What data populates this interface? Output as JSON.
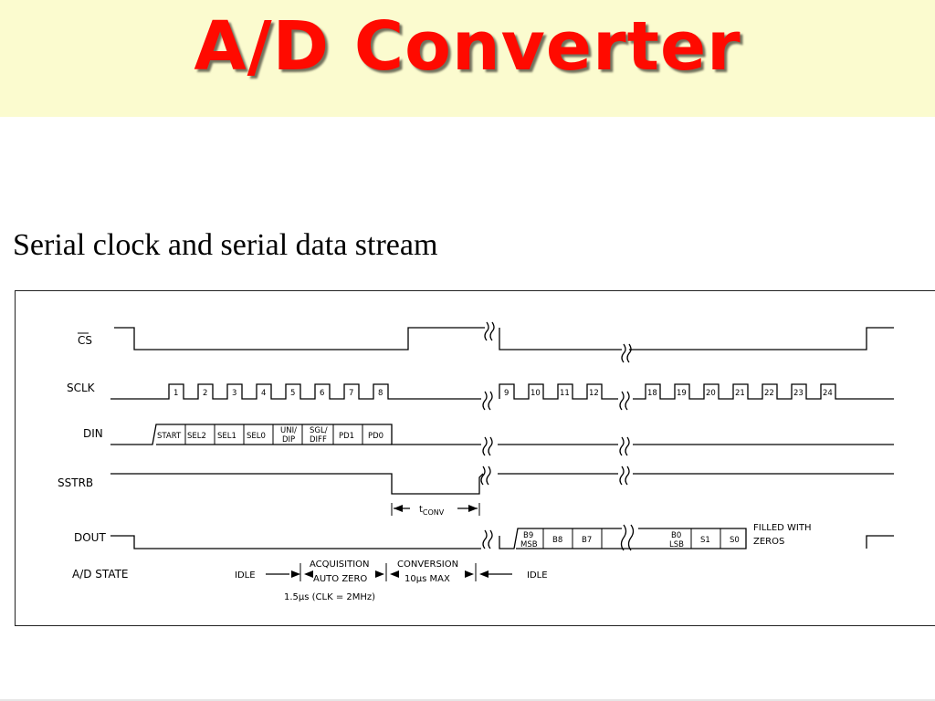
{
  "slide": {
    "title": "A/D Converter",
    "subtitle": "Serial clock and serial data stream"
  },
  "diagram": {
    "signals": {
      "cs": "CS",
      "sclk": "SCLK",
      "din": "DIN",
      "sstrb": "SSTRB",
      "dout": "DOUT",
      "ad_state": "A/D STATE"
    },
    "sclk_pulses": [
      "1",
      "2",
      "3",
      "4",
      "5",
      "6",
      "7",
      "8",
      "9",
      "10",
      "11",
      "12",
      "18",
      "19",
      "20",
      "21",
      "22",
      "23",
      "24"
    ],
    "din_bits": [
      "START",
      "SEL2",
      "SEL1",
      "SEL0",
      "UNI/",
      "DIP",
      "SGL/",
      "DIFF",
      "PD1",
      "PD0"
    ],
    "tconv": {
      "t": "t",
      "sub": "CONV"
    },
    "dout": {
      "b9_top": "B9",
      "b9_bottom": "MSB",
      "b8": "B8",
      "b7": "B7",
      "b0_top": "B0",
      "b0_bottom": "LSB",
      "s1": "S1",
      "s0": "S0",
      "filled_line1": "FILLED WITH",
      "filled_line2": "ZEROS"
    },
    "states": {
      "idle1": "IDLE",
      "acquisition": "ACQUISITION",
      "auto_zero": "AUTO ZERO",
      "conversion": "CONVERSION",
      "conv_max": "10µs MAX",
      "idle2": "IDLE",
      "timing_note": "1.5µs  (CLK = 2MHz)"
    }
  }
}
